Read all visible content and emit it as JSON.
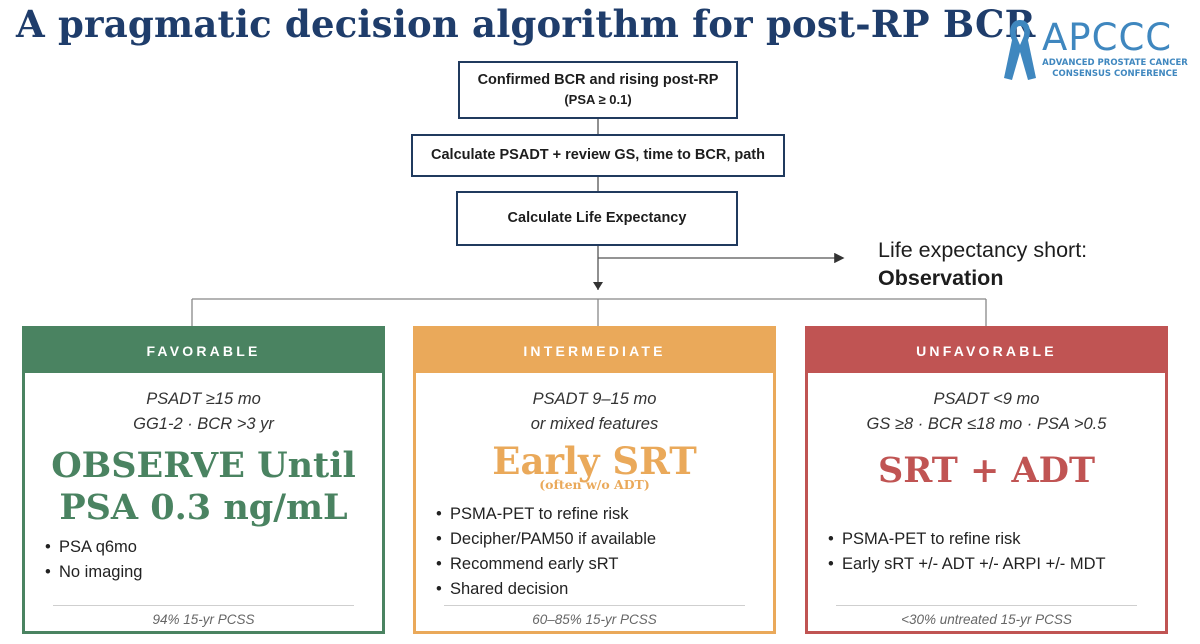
{
  "title": "A pragmatic decision algorithm for post-RP BCR",
  "logo": {
    "name": "APCCC",
    "sub_line1": "ADVANCED PROSTATE CANCER",
    "sub_line2": "CONSENSUS CONFERENCE"
  },
  "flow": {
    "step1_line1": "Confirmed BCR and rising post-RP",
    "step1_line2": "(PSA ≥ 0.1)",
    "step2": "Calculate PSADT + review GS, time to BCR, path",
    "step3": "Calculate Life Expectancy",
    "branch_line1": "Life expectancy short:",
    "branch_line2": "Observation"
  },
  "cards": {
    "favorable": {
      "header": "FAVORABLE",
      "criteria1": "PSADT ≥15 mo",
      "criteria2": "GG1-2 · BCR >3 yr",
      "headline1": "OBSERVE Until",
      "headline2": "PSA 0.3 ng/mL",
      "bullets": [
        "PSA q6mo",
        "No imaging"
      ],
      "footer": "94% 15-yr PCSS",
      "color": "#4a8361"
    },
    "intermediate": {
      "header": "INTERMEDIATE",
      "criteria1": "PSADT 9–15 mo",
      "criteria2": "or mixed features",
      "headline": "Early SRT",
      "subline": "(often w/o ADT)",
      "bullets": [
        "PSMA-PET to refine risk",
        "Decipher/PAM50 if available",
        "Recommend early sRT",
        "Shared decision"
      ],
      "footer": "60–85% 15-yr PCSS",
      "color": "#eaa95a"
    },
    "unfavorable": {
      "header": "UNFAVORABLE",
      "criteria1": "PSADT <9 mo",
      "criteria2": "GS ≥8 · BCR ≤18 mo · PSA >0.5",
      "headline": "SRT + ADT",
      "bullets": [
        "PSMA-PET to refine risk",
        "Early sRT +/- ADT +/- ARPI +/- MDT"
      ],
      "footer": "<30% untreated 15-yr PCSS",
      "color": "#c05453"
    }
  },
  "icons": {
    "logo": "awareness-ribbon-icon"
  }
}
